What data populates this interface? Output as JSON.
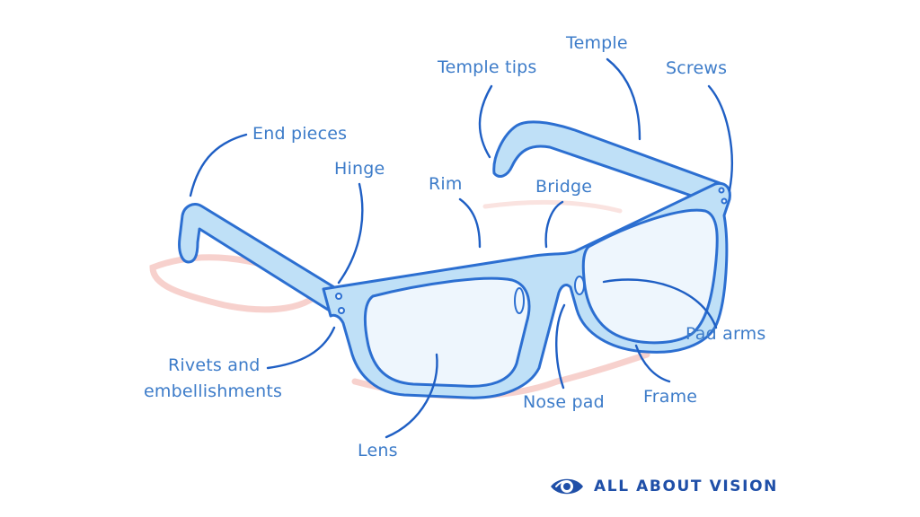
{
  "labels": {
    "temple": "Temple",
    "temple_tips": "Temple tips",
    "screws": "Screws",
    "end_pieces": "End pieces",
    "hinge": "Hinge",
    "rim": "Rim",
    "bridge": "Bridge",
    "pad_arms": "Pad arms",
    "rivets_line1": "Rivets and",
    "rivets_line2": "embellishments",
    "nose_pad": "Nose pad",
    "frame": "Frame",
    "lens": "Lens"
  },
  "brand": {
    "name": "ALL ABOUT VISION",
    "icon": "eye-icon"
  },
  "colors": {
    "frame_fill": "#bfe0f7",
    "frame_stroke": "#2c6fd1",
    "lens_fill": "#eef6fd",
    "leader_line": "#1f5fc4",
    "shadow": "#f6c9c4",
    "label_text": "#3d7cc9",
    "brand": "#1f4fa8"
  }
}
